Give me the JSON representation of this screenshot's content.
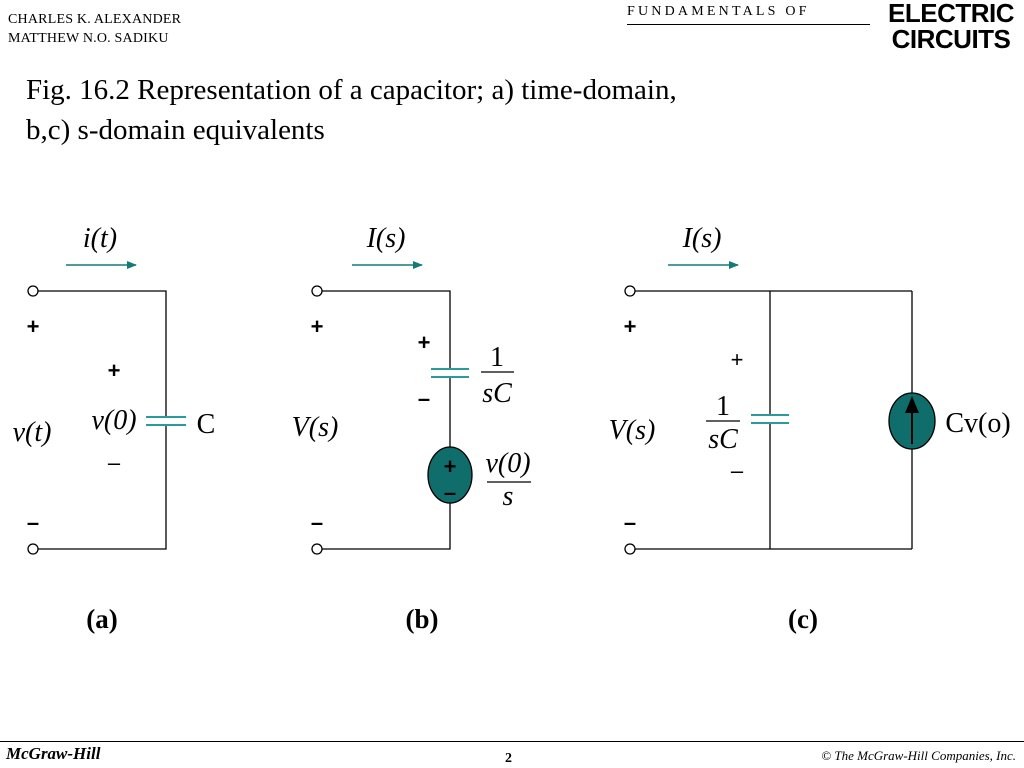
{
  "header": {
    "author1": "CHARLES K. ALEXANDER",
    "author2": "MATTHEW N.O. SADIKU",
    "series": "FUNDAMENTALS OF",
    "brand_line1": "ELECTRIC",
    "brand_line2": "CIRCUITS"
  },
  "slide": {
    "title_line1": "Fig. 16.2 Representation of a capacitor; a) time-domain,",
    "title_line2": "b,c) s-domain equivalents"
  },
  "diagram": {
    "a": {
      "current": "i(t)",
      "plus_outer": "+",
      "minus_outer": "–",
      "voltage": "v(t)",
      "plus_inner": "+",
      "cap_voltage": "v(0)",
      "minus_inner": "–",
      "cap_label": "C",
      "caption": "(a)"
    },
    "b": {
      "current": "I(s)",
      "plus_outer": "+",
      "minus_outer": "–",
      "voltage": "V(s)",
      "plus_inner": "+",
      "minus_inner": "–",
      "imp_num": "1",
      "imp_den": "sC",
      "src_plus": "+",
      "src_minus": "–",
      "src_num": "v(0)",
      "src_den": "s",
      "caption": "(b)"
    },
    "c": {
      "current": "I(s)",
      "plus_outer": "+",
      "minus_outer": "–",
      "voltage": "V(s)",
      "plus_inner": "+",
      "minus_inner": "–",
      "imp_num": "1",
      "imp_den": "sC",
      "src_label": "Cv(o)",
      "caption": "(c)"
    },
    "colors": {
      "arrow": "#127a78",
      "capacitor": "#2a9b98",
      "source_fill": "#0f6e6c"
    }
  },
  "footer": {
    "publisher": "McGraw-Hill",
    "page_number": "2",
    "copyright": "© The McGraw-Hill Companies, Inc."
  }
}
